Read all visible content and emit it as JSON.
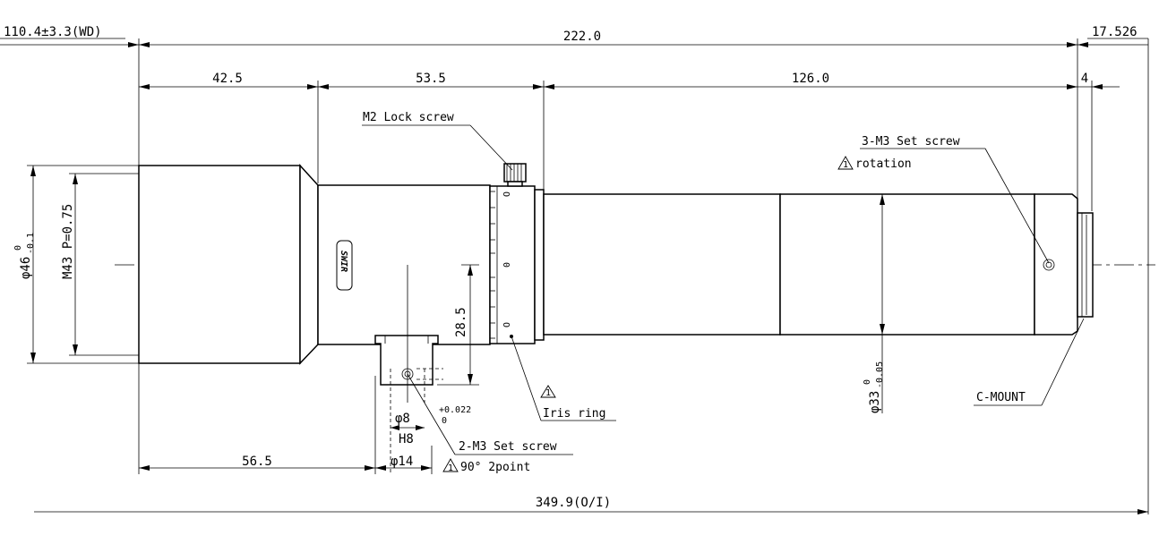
{
  "dimensions": {
    "working_distance": "110.4±3.3(WD)",
    "lens_length": "222.0",
    "back_focus": "17.526",
    "front_length": "42.5",
    "middle_length": "53.5",
    "rear_length": "126.0",
    "mount_offset": "4",
    "bracket_offset": "56.5",
    "clamp_height": "28.5",
    "overall_length": "349.9(O/I)",
    "front_diameter": "φ46",
    "front_diameter_upper_tol": "0",
    "front_diameter_lower_tol": "-0.1",
    "filter_thread": "M43 P=0.75",
    "rear_diameter": "φ33",
    "rear_diameter_upper_tol": "0",
    "rear_diameter_lower_tol": "-0.05",
    "pin_diameter": "φ8",
    "pin_fit": "H8",
    "pin_tol_upper": "+0.022",
    "pin_tol_lower": "0",
    "bracket_width": "φ14"
  },
  "callouts": {
    "lock_screw": "M2 Lock screw",
    "set_screw_3": "3-M3 Set screw",
    "rotation": "rotation",
    "iris_ring": "Iris ring",
    "set_screw_2": "2-M3 Set screw",
    "two_point": "90° 2point",
    "c_mount": "C-MOUNT",
    "caution_symbol": "△!"
  },
  "badge": {
    "text": "SWIR"
  },
  "iris_scale": {
    "top": "O",
    "mid": "0",
    "bottom": "O"
  }
}
